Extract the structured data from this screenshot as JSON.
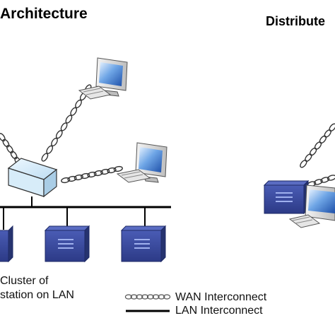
{
  "titles": {
    "left": "Architecture",
    "right": "Distribute"
  },
  "captions": {
    "line1": "Cluster of",
    "line2": "station on LAN"
  },
  "legend": {
    "wan_label": "WAN Interconnect",
    "lan_label": "LAN Interconnect"
  },
  "colors": {
    "server_blue": "#3d4fa3",
    "server_dark": "#2a3778",
    "screen_blue": "#5a8fd6",
    "hub_light": "#cfe6f5",
    "bus_line": "#000000"
  }
}
